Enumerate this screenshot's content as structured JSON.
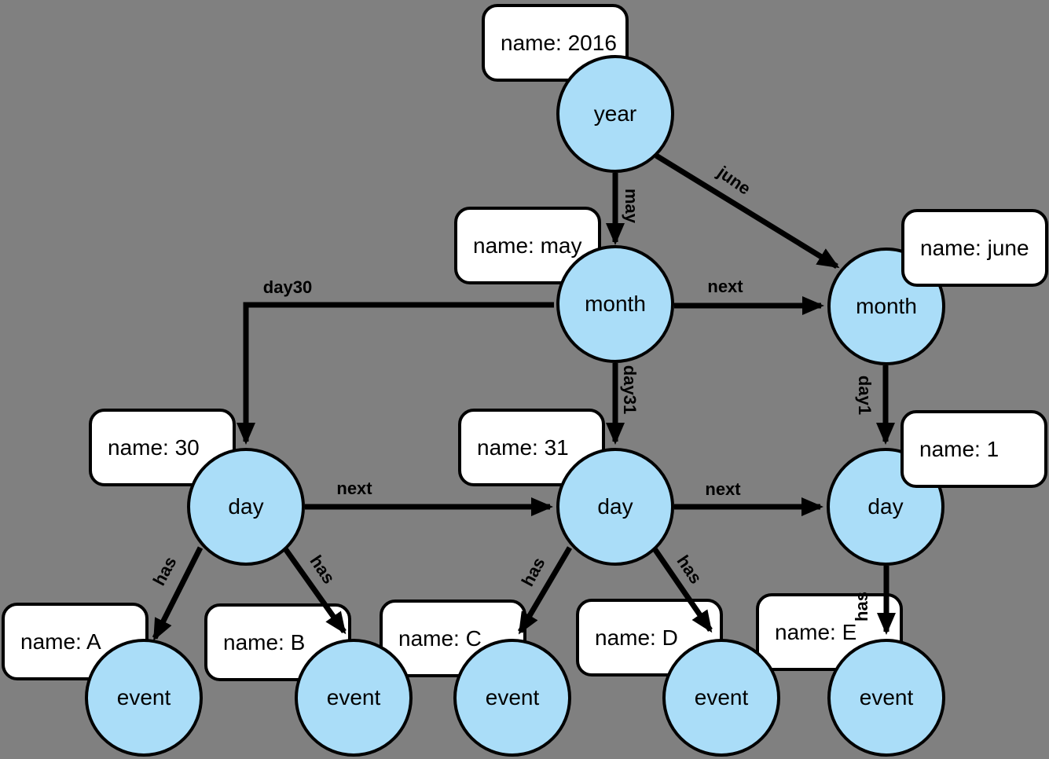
{
  "colors": {
    "bg": "#808080",
    "node_fill": "#aaddf8",
    "node_border": "#000000",
    "box_fill": "#ffffff",
    "edge": "#000000"
  },
  "nodes": [
    {
      "id": "year",
      "label": "year"
    },
    {
      "id": "month-may",
      "label": "month"
    },
    {
      "id": "month-june",
      "label": "month"
    },
    {
      "id": "day-30",
      "label": "day"
    },
    {
      "id": "day-31",
      "label": "day"
    },
    {
      "id": "day-1",
      "label": "day"
    },
    {
      "id": "event-a",
      "label": "event"
    },
    {
      "id": "event-b",
      "label": "event"
    },
    {
      "id": "event-c",
      "label": "event"
    },
    {
      "id": "event-d",
      "label": "event"
    },
    {
      "id": "event-e",
      "label": "event"
    }
  ],
  "boxes": [
    {
      "for": "year",
      "text": "name: 2016"
    },
    {
      "for": "month-may",
      "text": "name: may"
    },
    {
      "for": "month-june",
      "text": "name: june"
    },
    {
      "for": "day-30",
      "text": "name: 30"
    },
    {
      "for": "day-31",
      "text": "name: 31"
    },
    {
      "for": "day-1",
      "text": "name: 1"
    },
    {
      "for": "event-a",
      "text": "name: A"
    },
    {
      "for": "event-b",
      "text": "name: B"
    },
    {
      "for": "event-c",
      "text": "name: C"
    },
    {
      "for": "event-d",
      "text": "name: D"
    },
    {
      "for": "event-e",
      "text": "name: E"
    }
  ],
  "edges": [
    {
      "from": "year",
      "to": "month-may",
      "label": "may"
    },
    {
      "from": "year",
      "to": "month-june",
      "label": "june"
    },
    {
      "from": "month-may",
      "to": "month-june",
      "label": "next"
    },
    {
      "from": "month-may",
      "to": "day-30",
      "label": "day30"
    },
    {
      "from": "month-may",
      "to": "day-31",
      "label": "day31"
    },
    {
      "from": "month-june",
      "to": "day-1",
      "label": "day1"
    },
    {
      "from": "day-30",
      "to": "day-31",
      "label": "next"
    },
    {
      "from": "day-31",
      "to": "day-1",
      "label": "next"
    },
    {
      "from": "day-30",
      "to": "event-a",
      "label": "has"
    },
    {
      "from": "day-30",
      "to": "event-b",
      "label": "has"
    },
    {
      "from": "day-31",
      "to": "event-c",
      "label": "has"
    },
    {
      "from": "day-31",
      "to": "event-d",
      "label": "has"
    },
    {
      "from": "day-1",
      "to": "event-e",
      "label": "has"
    }
  ]
}
